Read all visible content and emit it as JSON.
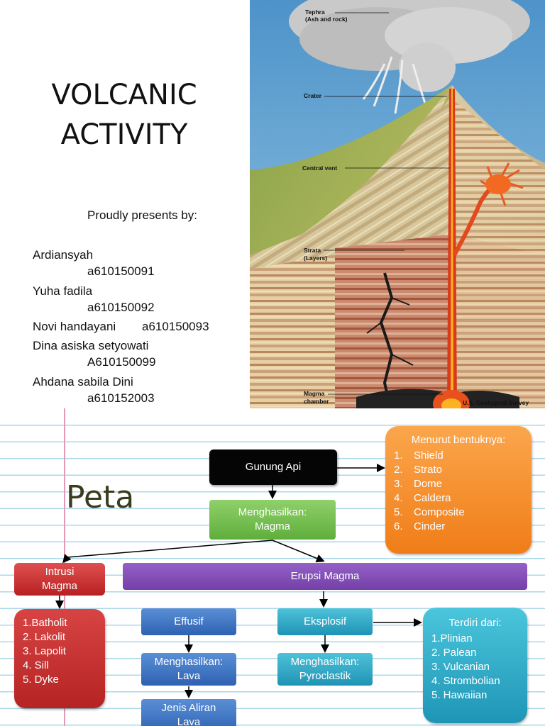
{
  "slide1": {
    "title_line1": "VOLCANIC",
    "title_line2": "ACTIVITY",
    "presents": "Proudly presents by:",
    "members": [
      {
        "name": "Ardiansyah",
        "id": "a610150091"
      },
      {
        "name": "Yuha fadila",
        "id": "a610150092"
      },
      {
        "name": "Novi handayani",
        "id": "a610150093"
      },
      {
        "name": "Dina asiska setyowati",
        "id": "A610150099"
      },
      {
        "name": "Ahdana sabila Dini",
        "id": "a610152003"
      }
    ],
    "diagram": {
      "labels": {
        "tephra_1": "Tephra",
        "tephra_2": "(Ash and rock)",
        "crater": "Crater",
        "central_vent": "Central vent",
        "strata_1": "Strata",
        "strata_2": "(Layers)",
        "magma_1": "Magma",
        "magma_2": "chamber"
      },
      "credit": "U.S. Geological Survey"
    }
  },
  "slide2": {
    "peta": "Peta",
    "gunung_api": "Gunung Api",
    "menghasilkan_magma_1": "Menghasilkan:",
    "menghasilkan_magma_2": "Magma",
    "bentuk_heading": "Menurut bentuknya:",
    "bentuk": [
      {
        "num": "1.",
        "label": "Shield"
      },
      {
        "num": "2.",
        "label": "Strato"
      },
      {
        "num": "3.",
        "label": "Dome"
      },
      {
        "num": "4.",
        "label": "Caldera"
      },
      {
        "num": "5.",
        "label": "Composite"
      },
      {
        "num": "6.",
        "label": "Cinder"
      }
    ],
    "intrusi_1": "Intrusi",
    "intrusi_2": "Magma",
    "erupsi": "Erupsi Magma",
    "intrusi_list": [
      "1.Batholit",
      "2. Lakolit",
      "3. Lapolit",
      "4. Sill",
      "5. Dyke"
    ],
    "effusif": "Effusif",
    "eksplosif": "Eksplosif",
    "lava_1": "Menghasilkan:",
    "lava_2": "Lava",
    "pyro_1": "Menghasilkan:",
    "pyro_2": "Pyroclastik",
    "aliran_1": "Jenis Aliran",
    "aliran_2": "Lava",
    "terdiri_heading": "Terdiri dari:",
    "terdiri_list": [
      "1.Plinian",
      "2. Palean",
      "3. Vulcanian",
      "4. Strombolian",
      "5. Hawaiian"
    ]
  },
  "colors": {
    "black_box": "#050505",
    "green_box": "#6fbf4a",
    "orange_box": "#f58a25",
    "red_box": "#c62d2d",
    "purple_box": "#8050b8",
    "blue_box": "#3d74c4",
    "teal_box": "#2ea7c6",
    "ruled_line": "#a9d8ea",
    "margin_line": "#e39ab7"
  }
}
